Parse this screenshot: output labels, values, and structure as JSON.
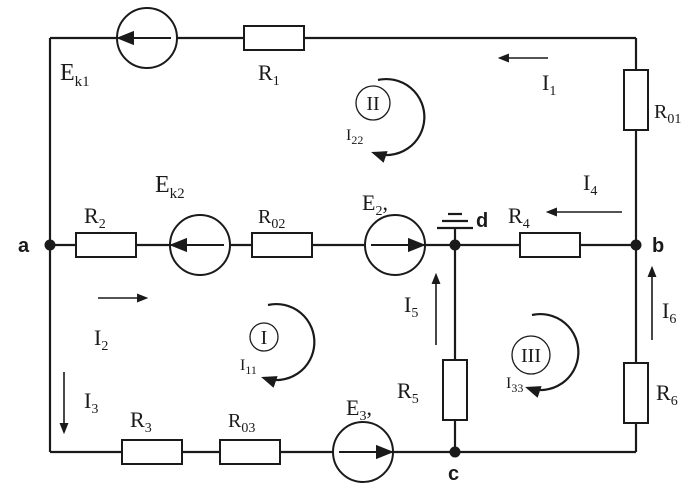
{
  "nodes": {
    "a": "a",
    "b": "b",
    "c": "c",
    "d": "d"
  },
  "resistors": {
    "r1": {
      "main": "R",
      "sub": "1"
    },
    "r01": {
      "main": "R",
      "sub": "01"
    },
    "r2": {
      "main": "R",
      "sub": "2"
    },
    "r02": {
      "main": "R",
      "sub": "02"
    },
    "r4": {
      "main": "R",
      "sub": "4"
    },
    "r3": {
      "main": "R",
      "sub": "3"
    },
    "r03": {
      "main": "R",
      "sub": "03"
    },
    "r5": {
      "main": "R",
      "sub": "5"
    },
    "r6": {
      "main": "R",
      "sub": "6"
    }
  },
  "sources": {
    "ek1": {
      "main": "E",
      "sub": "k1"
    },
    "ek2": {
      "main": "E",
      "sub": "k2"
    },
    "e2": {
      "main": "E",
      "sub": "2",
      "suffix": ","
    },
    "e3": {
      "main": "E",
      "sub": "3",
      "suffix": ","
    }
  },
  "currents": {
    "i1": {
      "main": "I",
      "sub": "1"
    },
    "i2": {
      "main": "I",
      "sub": "2"
    },
    "i3": {
      "main": "I",
      "sub": "3"
    },
    "i4": {
      "main": "I",
      "sub": "4"
    },
    "i5": {
      "main": "I",
      "sub": "5"
    },
    "i6": {
      "main": "I",
      "sub": "6"
    }
  },
  "loops": {
    "loop1": {
      "roman": "I",
      "current_main": "I",
      "current_sub": "11"
    },
    "loop2": {
      "roman": "II",
      "current_main": "I",
      "current_sub": "22"
    },
    "loop3": {
      "roman": "III",
      "current_main": "I",
      "current_sub": "33"
    }
  }
}
